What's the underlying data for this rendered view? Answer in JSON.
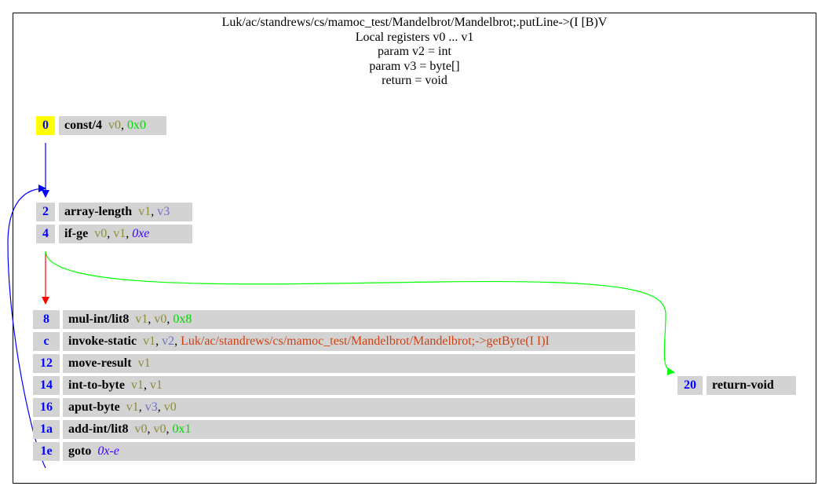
{
  "header": {
    "lines": [
      "Luk/ac/standrews/cs/mamoc_test/Mandelbrot/Mandelbrot;.putLine->(I [B)V",
      "Local registers v0 ... v1",
      "param v2 = int",
      "param v3 = byte[]",
      "return = void"
    ]
  },
  "blocks": {
    "b0": [
      {
        "index": "0",
        "op": "const/4",
        "args": [
          {
            "t": "v0",
            "k": "reg"
          },
          {
            "t": "0x0",
            "k": "lit"
          }
        ]
      }
    ],
    "b1": [
      {
        "index": "2",
        "op": "array-length",
        "args": [
          {
            "t": "v1",
            "k": "reg"
          },
          {
            "t": "v3",
            "k": "reg2"
          }
        ]
      },
      {
        "index": "4",
        "op": "if-ge",
        "args": [
          {
            "t": "v0",
            "k": "reg"
          },
          {
            "t": "v1",
            "k": "reg"
          },
          {
            "t": "0xe",
            "k": "jmp"
          }
        ]
      }
    ],
    "b2": [
      {
        "index": "8",
        "op": "mul-int/lit8",
        "args": [
          {
            "t": "v1",
            "k": "reg"
          },
          {
            "t": "v0",
            "k": "reg"
          },
          {
            "t": "0x8",
            "k": "lit"
          }
        ]
      },
      {
        "index": "c",
        "op": "invoke-static",
        "args": [
          {
            "t": "v1",
            "k": "reg"
          },
          {
            "t": "v2",
            "k": "reg2"
          },
          {
            "t": "Luk/ac/standrews/cs/mamoc_test/Mandelbrot/Mandelbrot;->getByte(I I)I",
            "k": "meth"
          }
        ]
      },
      {
        "index": "12",
        "op": "move-result",
        "args": [
          {
            "t": "v1",
            "k": "reg"
          }
        ]
      },
      {
        "index": "14",
        "op": "int-to-byte",
        "args": [
          {
            "t": "v1",
            "k": "reg"
          },
          {
            "t": "v1",
            "k": "reg"
          }
        ]
      },
      {
        "index": "16",
        "op": "aput-byte",
        "args": [
          {
            "t": "v1",
            "k": "reg"
          },
          {
            "t": "v3",
            "k": "reg2"
          },
          {
            "t": "v0",
            "k": "reg"
          }
        ]
      },
      {
        "index": "1a",
        "op": "add-int/lit8",
        "args": [
          {
            "t": "v0",
            "k": "reg"
          },
          {
            "t": "v0",
            "k": "reg"
          },
          {
            "t": "0x1",
            "k": "lit"
          }
        ]
      },
      {
        "index": "1e",
        "op": "goto",
        "args": [
          {
            "t": "0x-e",
            "k": "jmp"
          }
        ]
      }
    ],
    "b3": [
      {
        "index": "20",
        "op": "return-void",
        "args": []
      }
    ]
  },
  "colors": {
    "entry_highlight": "#ffff00",
    "index_text": "#0000ff",
    "edge_fallthrough": "#0000ff",
    "edge_branch_taken": "#00ff00",
    "edge_branch_not_taken": "#ff0000",
    "register": "#8b8b3a",
    "literal": "#00d800",
    "jump_target": "#3c00ff",
    "method_ref": "#d04010"
  }
}
